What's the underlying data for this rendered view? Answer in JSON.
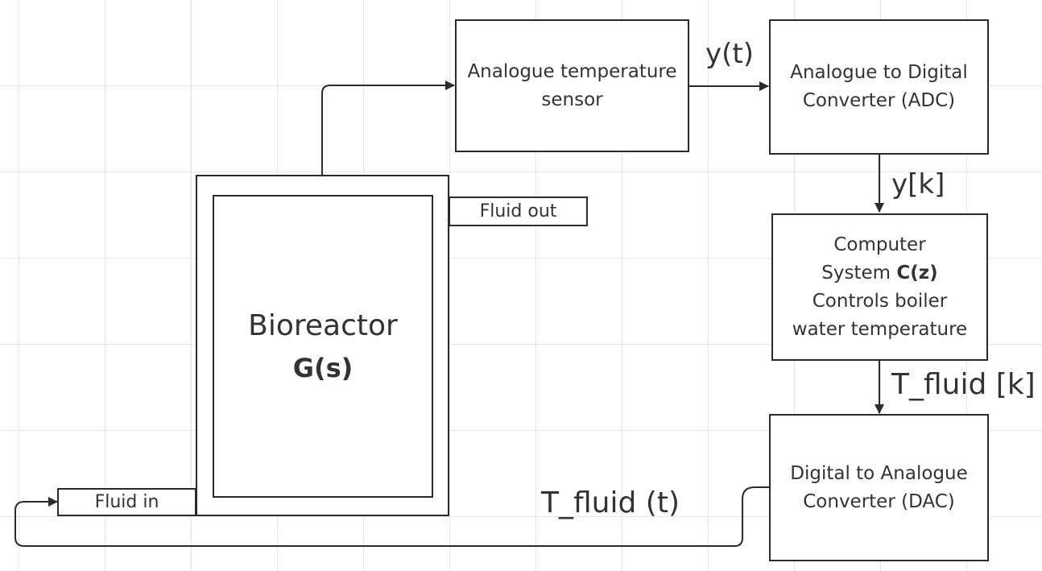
{
  "nodes": {
    "sensor": {
      "line1": "Analogue temperature",
      "line2": "sensor"
    },
    "adc": {
      "line1": "Analogue to Digital",
      "line2": "Converter (ADC)"
    },
    "computer": {
      "line1": "Computer",
      "line2_prefix": "System ",
      "line2_bold": "C(z)",
      "line3": "Controls boiler",
      "line4": "water temperature"
    },
    "dac": {
      "line1": "Digital to Analogue",
      "line2": "Converter (DAC)"
    },
    "bioreactor": {
      "title": "Bioreactor",
      "transfer": "G(s)"
    },
    "fluid_out": "Fluid out",
    "fluid_in": "Fluid in"
  },
  "edge_labels": {
    "y_t": "y(t)",
    "y_k": "y[k]",
    "t_fluid_k": "T_fluid [k]",
    "t_fluid_t": "T_fluid (t)"
  },
  "colors": {
    "stroke": "#2b2b2b",
    "text": "#333333",
    "grid": "#e6e6e6",
    "background": "#ffffff"
  }
}
